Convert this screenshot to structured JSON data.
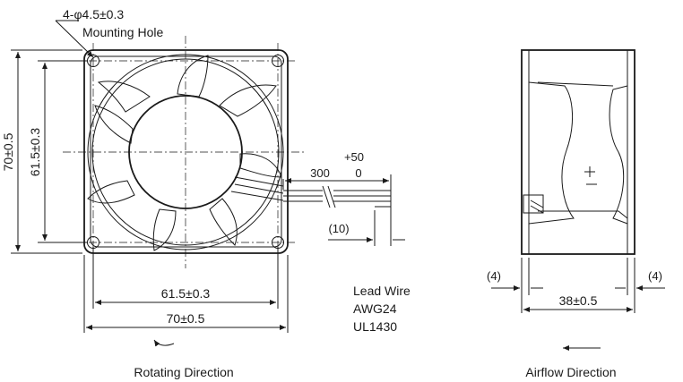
{
  "labels": {
    "mounting_hole_dim": "4-φ4.5±0.3",
    "mounting_hole": "Mounting Hole",
    "height_outer": "70±0.5",
    "height_inner": "61.5±0.3",
    "tol_plus": "+50",
    "lead_300": "300",
    "lead_0": "0",
    "strip_10": "(10)",
    "width_inner": "61.5±0.3",
    "width_outer": "70±0.5",
    "lead_wire": "Lead Wire",
    "awg": "AWG24",
    "ul": "UL1430",
    "rotating": "Rotating Direction",
    "side_left": "(4)",
    "side_right": "(4)",
    "depth": "38±0.5",
    "airflow": "Airflow Direction"
  }
}
